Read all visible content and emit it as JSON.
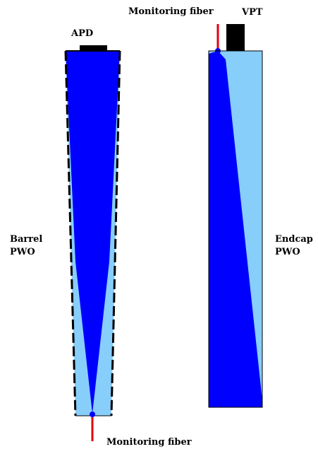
{
  "labels": {
    "apd": "APD",
    "vpt": "VPT",
    "monitoring_fiber_top": "Monitoring fiber",
    "monitoring_fiber_bottom": "Monitoring fiber",
    "barrel_line1": "Barrel",
    "barrel_line2": "PWO",
    "endcap_line1": "Endcap",
    "endcap_line2": "PWO"
  },
  "colors": {
    "crystal_light": "#87cefa",
    "light_cone": "#0000ff",
    "photodetector": "#000000",
    "fiber": "#e3000f",
    "outline": "#000000"
  }
}
